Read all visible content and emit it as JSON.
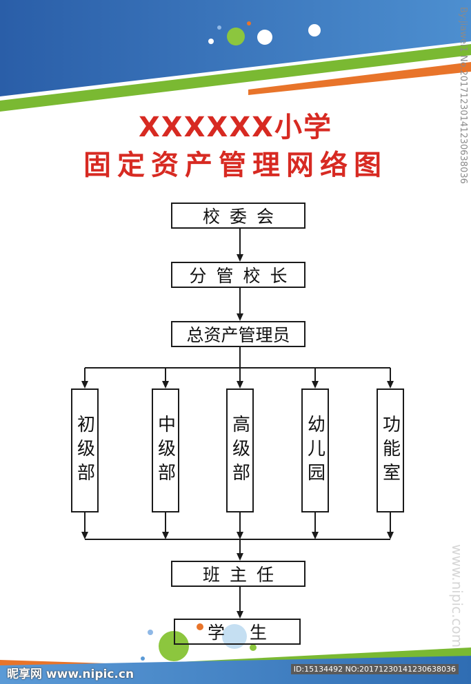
{
  "title": {
    "line1": "XXXXXX小学",
    "line2": "固定资产管理网络图"
  },
  "nodes": {
    "school_committee": "校委会",
    "vice_principal": "分管校长",
    "asset_manager": "总资产管理员",
    "departments": [
      "初级部",
      "中级部",
      "高级部",
      "幼儿园",
      "功能室"
    ],
    "class_teacher": "班主任",
    "students": "学生"
  },
  "watermarks": {
    "right_vertical": "By:jiawei1 No.20171230141230638036",
    "site_vertical": "www.nipic.com",
    "bottom_left": "昵享网 www.nipic.cn",
    "bottom_id": "ID:15134492 NO:20171230141230638036"
  },
  "colors": {
    "title_red": "#d72a22",
    "banner_blue": "#2f6db3",
    "stripe_green": "#7ab932",
    "stripe_orange": "#e8742a"
  }
}
